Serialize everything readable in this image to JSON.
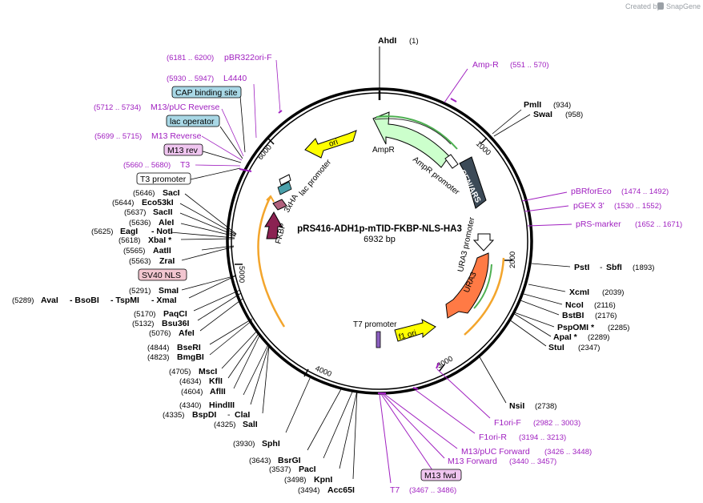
{
  "credit": {
    "prefix": "Created by",
    "brand": "SnapGene"
  },
  "plasmid": {
    "name": "pRS416-ADH1p-mTID-FKBP-NLS-HA3",
    "size": "6932 bp"
  },
  "ticks": [
    "1000",
    "2000",
    "3000",
    "4000",
    "5000",
    "6000"
  ],
  "features": {
    "ori": "ori",
    "ampr": "AmpR",
    "ampr_promoter": "AmpR promoter",
    "cen_ars": "CEN/ARS",
    "ura3_promoter": "URA3 promoter",
    "ura3": "URA3",
    "f1_ori": "f1 ori",
    "t7_promoter": "T7 promoter",
    "lac_promoter": "lac promoter",
    "ha3": "3xHA",
    "fkbp": "FKBP"
  },
  "sites": {
    "ahdi": {
      "name": "AhdI",
      "pos": "(1)"
    },
    "pmli": {
      "name": "PmlI",
      "pos": "(934)"
    },
    "swai": {
      "name": "SwaI",
      "pos": "(958)"
    },
    "psti": {
      "name": "PstI",
      "sep": "-",
      "name2": "SbfI",
      "pos": "(1893)"
    },
    "xcmi": {
      "name": "XcmI",
      "pos": "(2039)"
    },
    "ncoi": {
      "name": "NcoI",
      "pos": "(2116)"
    },
    "bstbi": {
      "name": "BstBI",
      "pos": "(2176)"
    },
    "pspomi": {
      "name": "PspOMI *",
      "pos": "(2285)"
    },
    "apai": {
      "name": "ApaI *",
      "pos": "(2289)"
    },
    "stui": {
      "name": "StuI",
      "pos": "(2347)"
    },
    "nsii": {
      "name": "NsiI",
      "pos": "(2738)"
    },
    "acc65i": {
      "pos": "(3494)",
      "name": "Acc65I"
    },
    "kpni": {
      "pos": "(3498)",
      "name": "KpnI"
    },
    "paci": {
      "pos": "(3537)",
      "name": "PacI"
    },
    "bsrgi": {
      "pos": "(3643)",
      "name": "BsrGI"
    },
    "sphi": {
      "pos": "(3930)",
      "name": "SphI"
    },
    "sali": {
      "pos": "(4325)",
      "name": "SalI"
    },
    "bspdi": {
      "pos": "(4335)",
      "name": "BspDI",
      "sep": "-",
      "name2": "ClaI"
    },
    "hindiii": {
      "pos": "(4340)",
      "name": "HindIII"
    },
    "aflii": {
      "pos": "(4604)",
      "name": "AflII"
    },
    "kfli": {
      "pos": "(4634)",
      "name": "KflI"
    },
    "msci": {
      "pos": "(4705)",
      "name": "MscI"
    },
    "bmgbi": {
      "pos": "(4823)",
      "name": "BmgBI"
    },
    "bseri": {
      "pos": "(4844)",
      "name": "BseRI"
    },
    "afei": {
      "pos": "(5076)",
      "name": "AfeI"
    },
    "bsu36i": {
      "pos": "(5132)",
      "name": "Bsu36I"
    },
    "paqci": {
      "pos": "(5170)",
      "name": "PaqCI"
    },
    "avai": {
      "pos": "(5289)",
      "name": "AvaI",
      "sep": "- BsoBI",
      "name3": "- TspMI",
      "name4": "- XmaI"
    },
    "smai": {
      "pos": "(5291)",
      "name": "SmaI"
    },
    "zrai": {
      "pos": "(5563)",
      "name": "ZraI"
    },
    "aatii": {
      "pos": "(5565)",
      "name": "AatII"
    },
    "xbai": {
      "pos": "(5618)",
      "name": "XbaI *"
    },
    "eagi": {
      "pos": "(5625)",
      "name": "EagI",
      "name2": "- NotI"
    },
    "alei": {
      "pos": "(5636)",
      "name": "AleI"
    },
    "sacii": {
      "pos": "(5637)",
      "name": "SacII"
    },
    "eco53ki": {
      "pos": "(5644)",
      "name": "Eco53kI"
    },
    "saci": {
      "pos": "(5646)",
      "name": "SacI"
    }
  },
  "primers": {
    "ampr": {
      "name": "Amp-R",
      "range": "(551 .. 570)"
    },
    "pbrforeco": {
      "name": "pBRforEco",
      "range": "(1474 .. 1492)"
    },
    "pgex3": {
      "name": "pGEX 3'",
      "range": "(1530 .. 1552)"
    },
    "prsmarker": {
      "name": "pRS-marker",
      "range": "(1652 .. 1671)"
    },
    "f1orif": {
      "name": "F1ori-F",
      "range": "(2982 .. 3003)"
    },
    "f1orir": {
      "name": "F1ori-R",
      "range": "(3194 .. 3213)"
    },
    "m13pucfwd": {
      "name": "M13/pUC Forward",
      "range": "(3426 .. 3448)"
    },
    "m13fwd": {
      "name": "M13 Forward",
      "range": "(3440 .. 3457)"
    },
    "m13fwdbox": {
      "name": "M13 fwd"
    },
    "t7": {
      "name": "T7",
      "range": "(3467 .. 3486)"
    },
    "pbr322": {
      "range": "(6181 .. 6200)",
      "name": "pBR322ori-F"
    },
    "l4440": {
      "range": "(5930 .. 5947)",
      "name": "L4440"
    },
    "cap": {
      "name": "CAP binding site"
    },
    "m13pucrev": {
      "range": "(5712 .. 5734)",
      "name": "M13/pUC Reverse"
    },
    "lacop": {
      "name": "lac operator"
    },
    "m13rev": {
      "range": "(5699 .. 5715)",
      "name": "M13 Reverse"
    },
    "m13revbox": {
      "name": "M13 rev"
    },
    "t3": {
      "range": "(5660 .. 5680)",
      "name": "T3"
    },
    "t3prom": {
      "name": "T3 promoter"
    },
    "sv40": {
      "name": "SV40 NLS"
    }
  },
  "colors": {
    "ori": "#ffff00",
    "ampr": "#ccffcc",
    "cen_ars": "#3c4a57",
    "ura3": "#ff7a45",
    "f1_ori": "#ffff00",
    "fkbp": "#8b2252",
    "orange_arc": "#f3a52c",
    "green_arc": "#4caf50",
    "primer": "#a020c0",
    "cap_box": "#a9d8e6",
    "lacop_box": "#a9d8e6",
    "m13_box": "#f0c6f0",
    "sv40_box": "#f2c6d0"
  }
}
